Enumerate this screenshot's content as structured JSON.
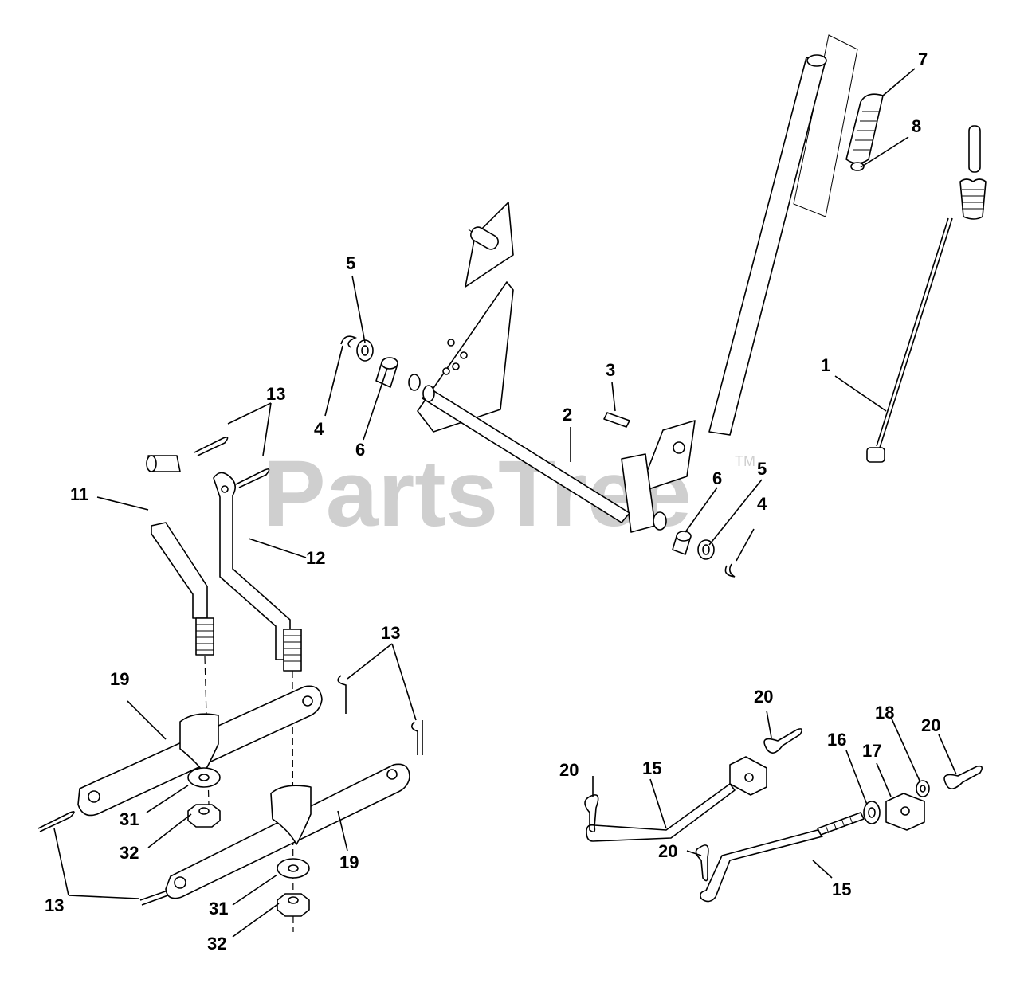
{
  "watermark": {
    "text": "PartsTree",
    "trademark": "TM"
  },
  "callouts": [
    {
      "id": "c1",
      "label": "1"
    },
    {
      "id": "c2",
      "label": "2"
    },
    {
      "id": "c3",
      "label": "3"
    },
    {
      "id": "c4a",
      "label": "4"
    },
    {
      "id": "c4b",
      "label": "4"
    },
    {
      "id": "c5a",
      "label": "5"
    },
    {
      "id": "c5b",
      "label": "5"
    },
    {
      "id": "c6a",
      "label": "6"
    },
    {
      "id": "c6b",
      "label": "6"
    },
    {
      "id": "c7",
      "label": "7"
    },
    {
      "id": "c8",
      "label": "8"
    },
    {
      "id": "c11",
      "label": "11"
    },
    {
      "id": "c12",
      "label": "12"
    },
    {
      "id": "c13a",
      "label": "13"
    },
    {
      "id": "c13b",
      "label": "13"
    },
    {
      "id": "c13c",
      "label": "13"
    },
    {
      "id": "c15a",
      "label": "15"
    },
    {
      "id": "c15b",
      "label": "15"
    },
    {
      "id": "c16",
      "label": "16"
    },
    {
      "id": "c17",
      "label": "17"
    },
    {
      "id": "c18",
      "label": "18"
    },
    {
      "id": "c19a",
      "label": "19"
    },
    {
      "id": "c19b",
      "label": "19"
    },
    {
      "id": "c20a",
      "label": "20"
    },
    {
      "id": "c20b",
      "label": "20"
    },
    {
      "id": "c20c",
      "label": "20"
    },
    {
      "id": "c20d",
      "label": "20"
    },
    {
      "id": "c31a",
      "label": "31"
    },
    {
      "id": "c31b",
      "label": "31"
    },
    {
      "id": "c32a",
      "label": "32"
    },
    {
      "id": "c32b",
      "label": "32"
    }
  ]
}
